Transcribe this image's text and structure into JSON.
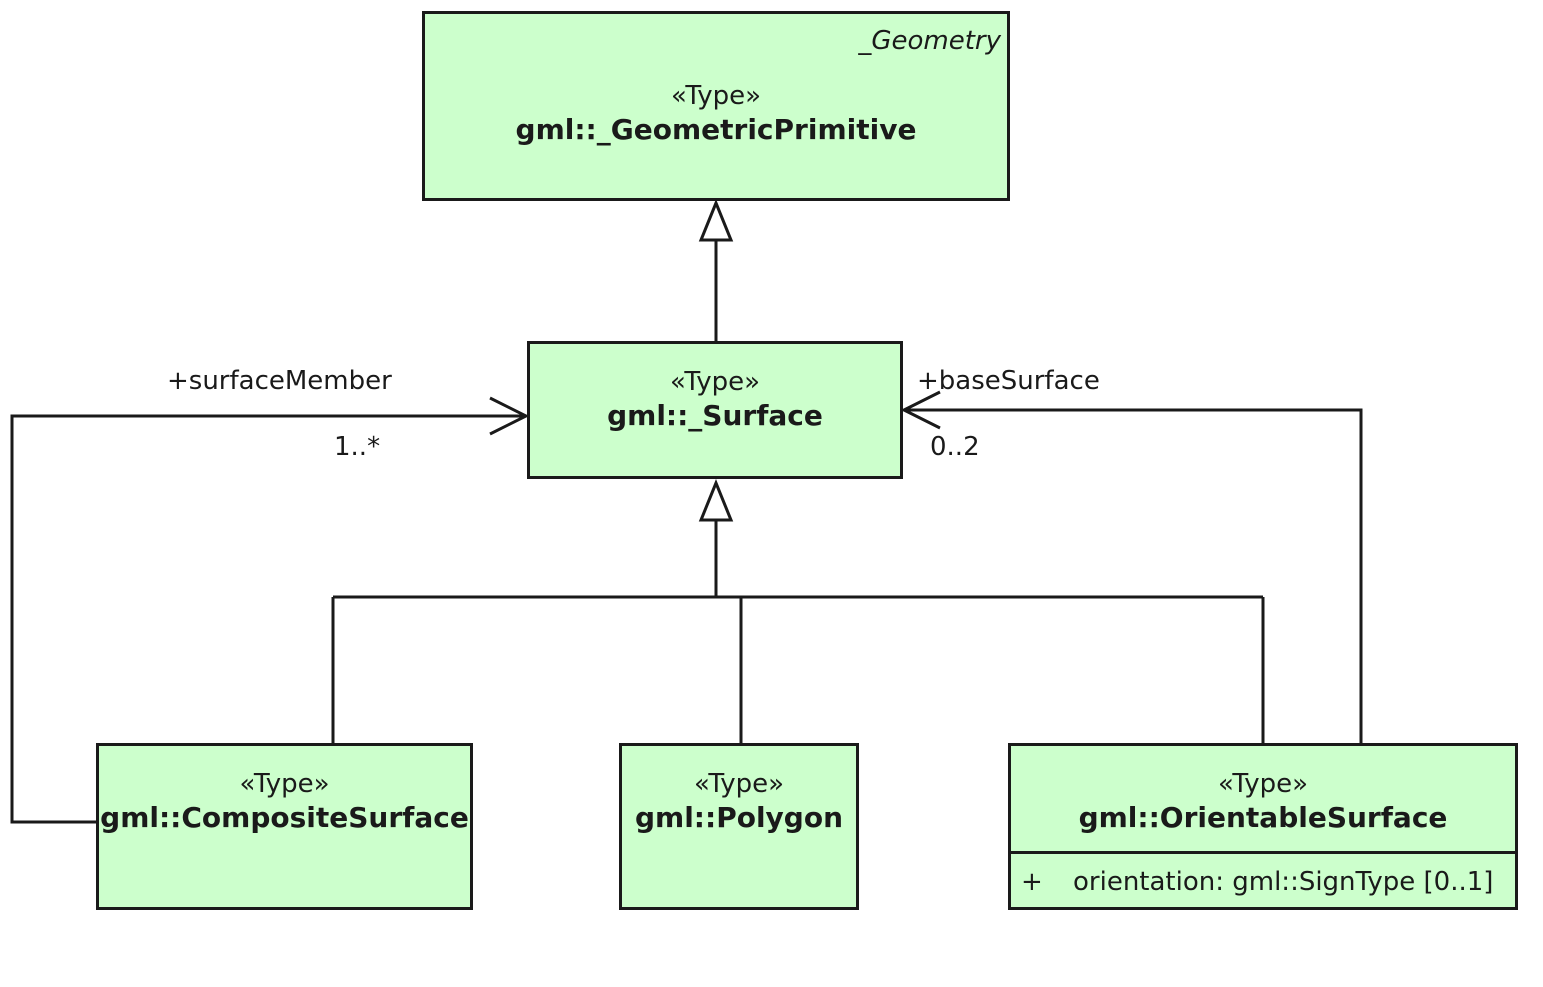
{
  "classes": {
    "geometric_primitive": {
      "stereotype": "«Type»",
      "name": "gml::_GeometricPrimitive",
      "package": "_Geometry"
    },
    "surface": {
      "stereotype": "«Type»",
      "name": "gml::_Surface"
    },
    "composite_surface": {
      "stereotype": "«Type»",
      "name": "gml::CompositeSurface"
    },
    "polygon": {
      "stereotype": "«Type»",
      "name": "gml::Polygon"
    },
    "orientable_surface": {
      "stereotype": "«Type»",
      "name": "gml::OrientableSurface",
      "attribute": {
        "visibility": "+",
        "text": "orientation: gml::SignType [0..1]"
      }
    }
  },
  "associations": {
    "surface_member": {
      "role": "+surfaceMember",
      "multiplicity": "1..*"
    },
    "base_surface": {
      "role": "+baseSurface",
      "multiplicity": "0..2"
    }
  },
  "colors": {
    "class_fill": "#ccffcc",
    "line": "#1a1a1a"
  }
}
